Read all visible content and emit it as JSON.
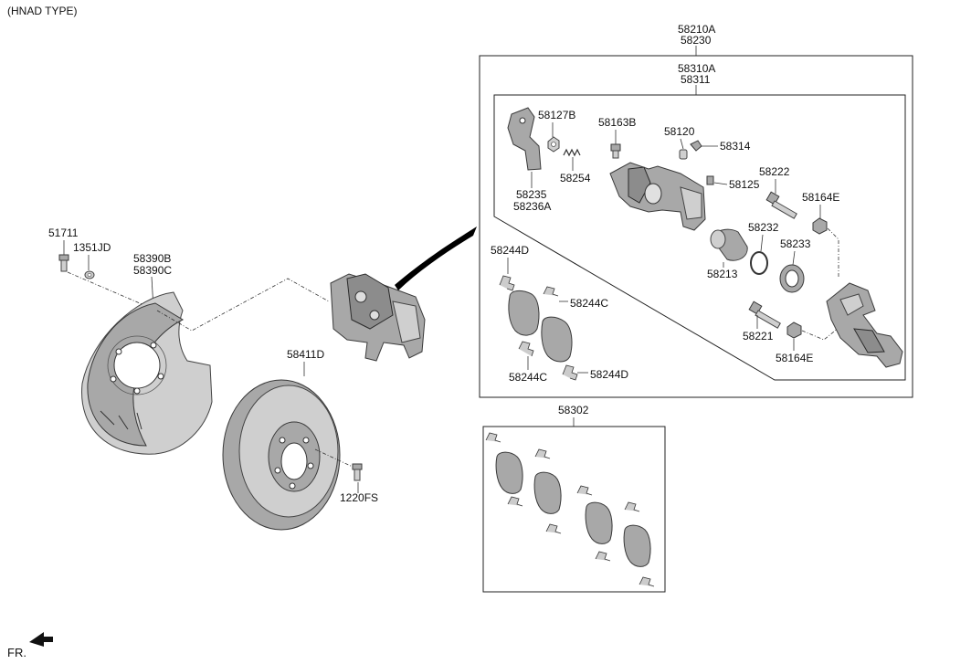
{
  "header": {
    "type_label": "(HNAD TYPE)"
  },
  "footer": {
    "direction_label": "FR."
  },
  "labels": {
    "p51711": "51711",
    "p1351jd": "1351JD",
    "p58390b": "58390B",
    "p58390c": "58390C",
    "p58411d": "58411D",
    "p1220fs": "1220FS",
    "p58210a": "58210A",
    "p58230": "58230",
    "p58310a": "58310A",
    "p58311": "58311",
    "p58127b": "58127B",
    "p58254": "58254",
    "p58235": "58235",
    "p58236a": "58236A",
    "p58163b": "58163B",
    "p58120": "58120",
    "p58314": "58314",
    "p58125": "58125",
    "p58222": "58222",
    "p58164e_top": "58164E",
    "p58232": "58232",
    "p58233": "58233",
    "p58213": "58213",
    "p58221": "58221",
    "p58164e_bottom": "58164E",
    "p58244d_top": "58244D",
    "p58244c_top": "58244C",
    "p58244c_bottom": "58244C",
    "p58244d_bottom": "58244D",
    "p58302": "58302"
  }
}
